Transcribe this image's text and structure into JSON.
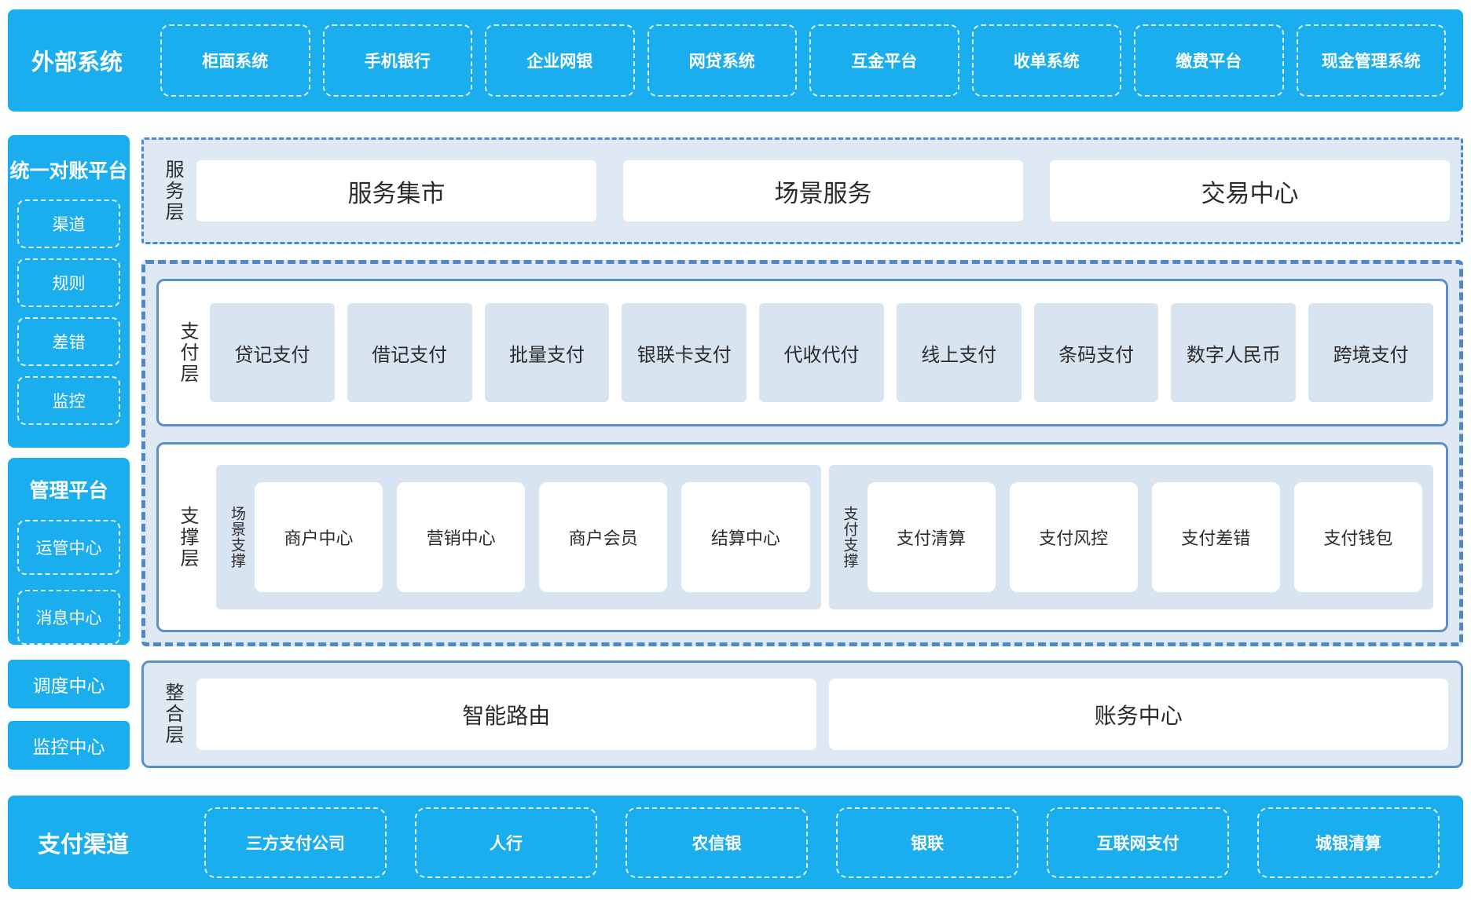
{
  "colors": {
    "brand_blue": "#1aaeef",
    "panel_bg": "#dfe9f4",
    "item_box_bg": "#d9e4f1",
    "border_blue": "#4e88c7",
    "text_dark": "#2b2b2b"
  },
  "top_bar": {
    "title": "外部系统",
    "items": [
      "柜面系统",
      "手机银行",
      "企业网银",
      "网贷系统",
      "互金平台",
      "收单系统",
      "缴费平台",
      "现金管理系统"
    ]
  },
  "sidebar": {
    "panels": [
      {
        "title": "统一对账平台",
        "items": [
          "渠道",
          "规则",
          "差错",
          "监控"
        ]
      },
      {
        "title": "管理平台",
        "items": [
          "运管中心",
          "消息中心"
        ]
      }
    ],
    "solo_boxes": [
      "调度中心",
      "监控中心"
    ]
  },
  "service_layer": {
    "label": "服务层",
    "items": [
      "服务集市",
      "场景服务",
      "交易中心"
    ]
  },
  "payment_layer": {
    "label": "支付层",
    "items": [
      "贷记支付",
      "借记支付",
      "批量支付",
      "银联卡支付",
      "代收代付",
      "线上支付",
      "条码支付",
      "数字人民币",
      "跨境支付"
    ]
  },
  "support_layer": {
    "label": "支撑层",
    "groups": [
      {
        "label": "场景支撑",
        "items": [
          "商户中心",
          "营销中心",
          "商户会员",
          "结算中心"
        ]
      },
      {
        "label": "支付支撑",
        "items": [
          "支付清算",
          "支付风控",
          "支付差错",
          "支付钱包"
        ]
      }
    ]
  },
  "integration_layer": {
    "label": "整合层",
    "items": [
      "智能路由",
      "账务中心"
    ]
  },
  "bottom_bar": {
    "title": "支付渠道",
    "items": [
      "三方支付公司",
      "人行",
      "农信银",
      "银联",
      "互联网支付",
      "城银清算"
    ]
  }
}
